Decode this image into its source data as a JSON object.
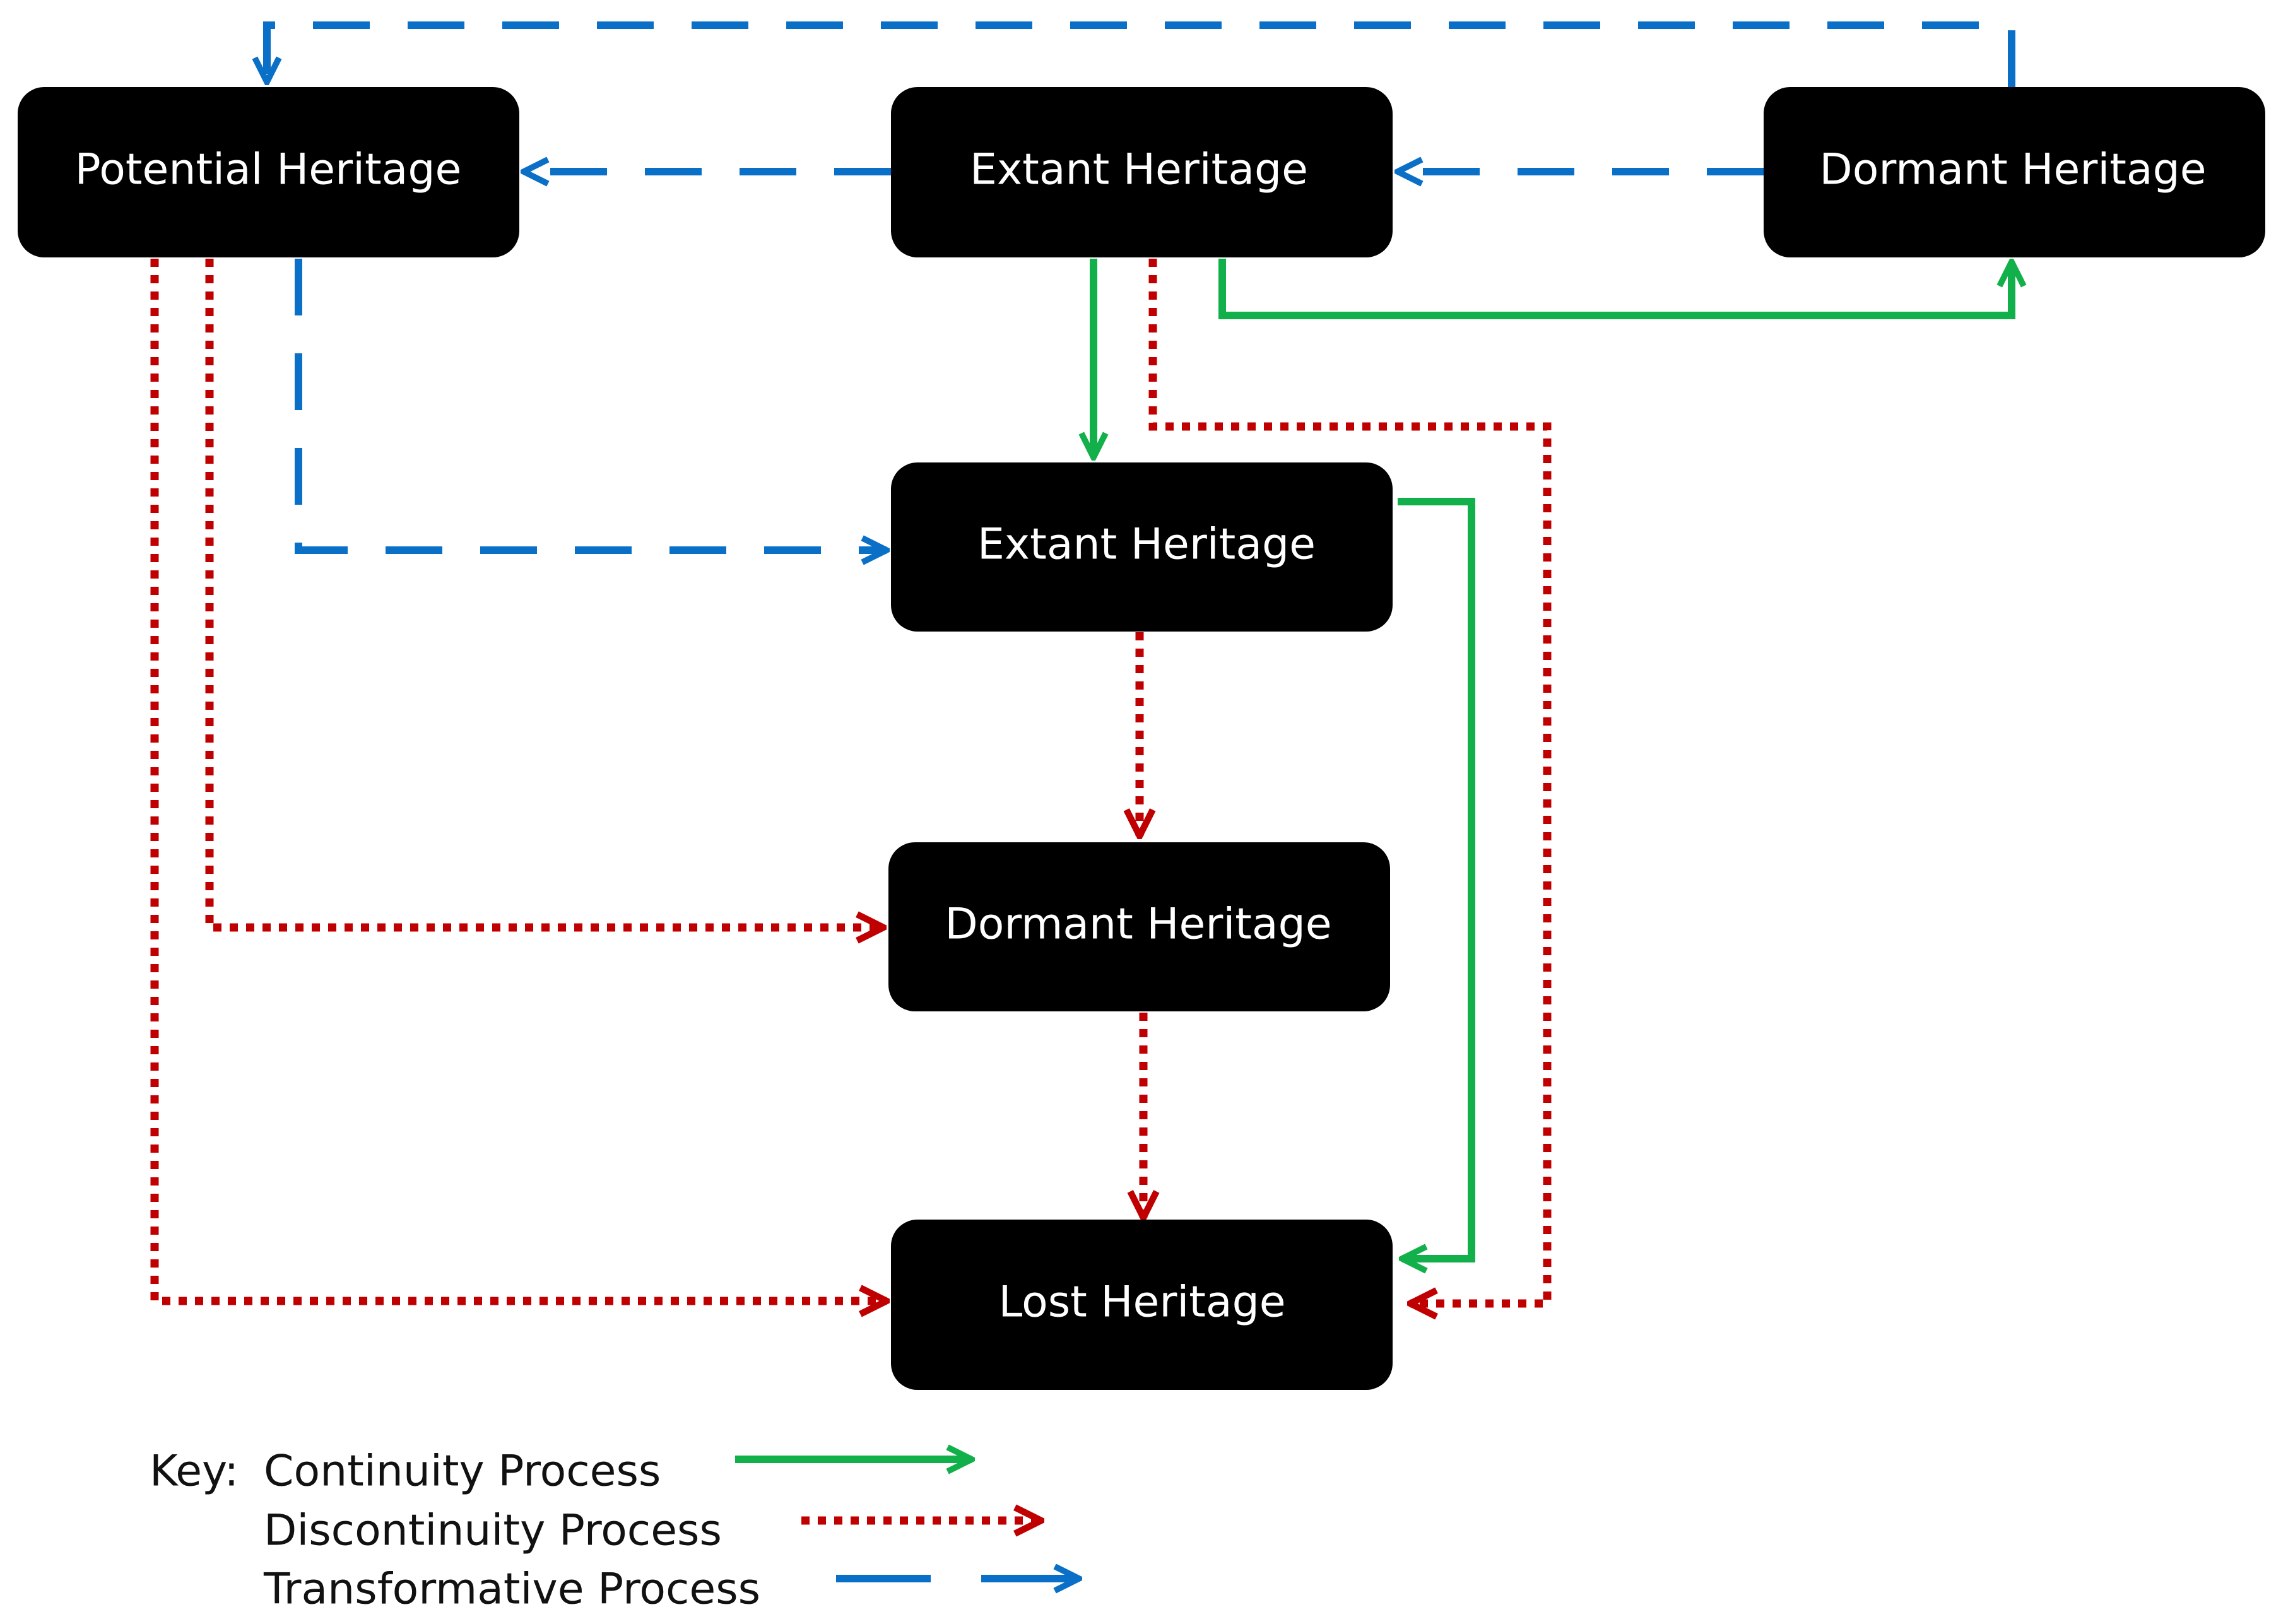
{
  "colors": {
    "node_fill": "#000000",
    "node_text": "#ffffff",
    "continuity": "#12b04a",
    "discontinuity": "#c00000",
    "transformative": "#0a6fc6"
  },
  "nodes": {
    "potential": "Potential Heritage",
    "extant_top": "Extant Heritage",
    "dormant_top": "Dormant Heritage",
    "extant_middle": "Extant Heritage",
    "dormant_middle": "Dormant Heritage",
    "lost": "Lost Heritage"
  },
  "key": {
    "prefix": "Key:",
    "continuity": "Continuity Process",
    "discontinuity": "Discontinuity Process",
    "transformative": "Transformative Process"
  }
}
